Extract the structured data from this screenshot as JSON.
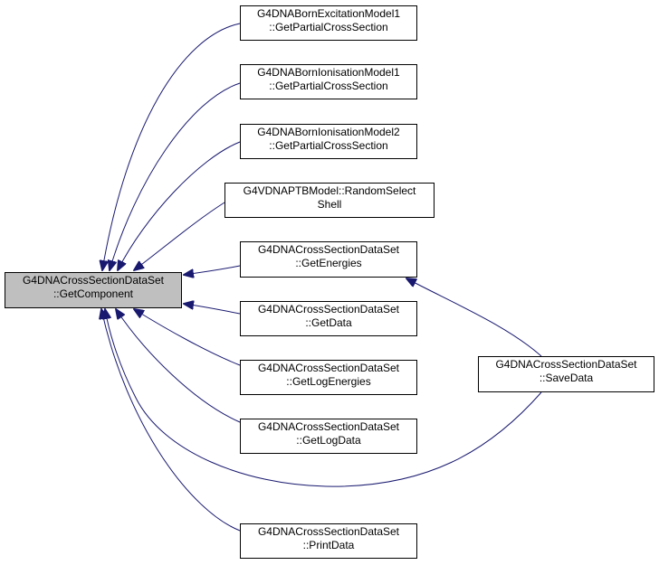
{
  "colors": {
    "edge": "#191970",
    "root_fill": "#bfbfbf",
    "node_fill": "#ffffff",
    "border": "#000000"
  },
  "nodes": {
    "get_component": {
      "line1": "G4DNACrossSectionDataSet",
      "line2": "::GetComponent"
    },
    "born_exc1": {
      "line1": "G4DNABornExcitationModel1",
      "line2": "::GetPartialCrossSection"
    },
    "born_ion1": {
      "line1": "G4DNABornIonisationModel1",
      "line2": "::GetPartialCrossSection"
    },
    "born_ion2": {
      "line1": "G4DNABornIonisationModel2",
      "line2": "::GetPartialCrossSection"
    },
    "ptb_random": {
      "line1": "G4VDNAPTBModel::RandomSelect",
      "line2": "Shell"
    },
    "get_energies": {
      "line1": "G4DNACrossSectionDataSet",
      "line2": "::GetEnergies"
    },
    "get_data": {
      "line1": "G4DNACrossSectionDataSet",
      "line2": "::GetData"
    },
    "get_log_energies": {
      "line1": "G4DNACrossSectionDataSet",
      "line2": "::GetLogEnergies"
    },
    "get_log_data": {
      "line1": "G4DNACrossSectionDataSet",
      "line2": "::GetLogData"
    },
    "print_data": {
      "line1": "G4DNACrossSectionDataSet",
      "line2": "::PrintData"
    },
    "save_data": {
      "line1": "G4DNACrossSectionDataSet",
      "line2": "::SaveData"
    }
  },
  "edges": [
    {
      "from": "born_exc1",
      "to": "get_component"
    },
    {
      "from": "born_ion1",
      "to": "get_component"
    },
    {
      "from": "born_ion2",
      "to": "get_component"
    },
    {
      "from": "ptb_random",
      "to": "get_component"
    },
    {
      "from": "get_energies",
      "to": "get_component"
    },
    {
      "from": "get_data",
      "to": "get_component"
    },
    {
      "from": "get_log_energies",
      "to": "get_component"
    },
    {
      "from": "get_log_data",
      "to": "get_component"
    },
    {
      "from": "save_data",
      "to": "get_component"
    },
    {
      "from": "print_data",
      "to": "get_component"
    },
    {
      "from": "save_data",
      "to": "get_energies"
    }
  ]
}
